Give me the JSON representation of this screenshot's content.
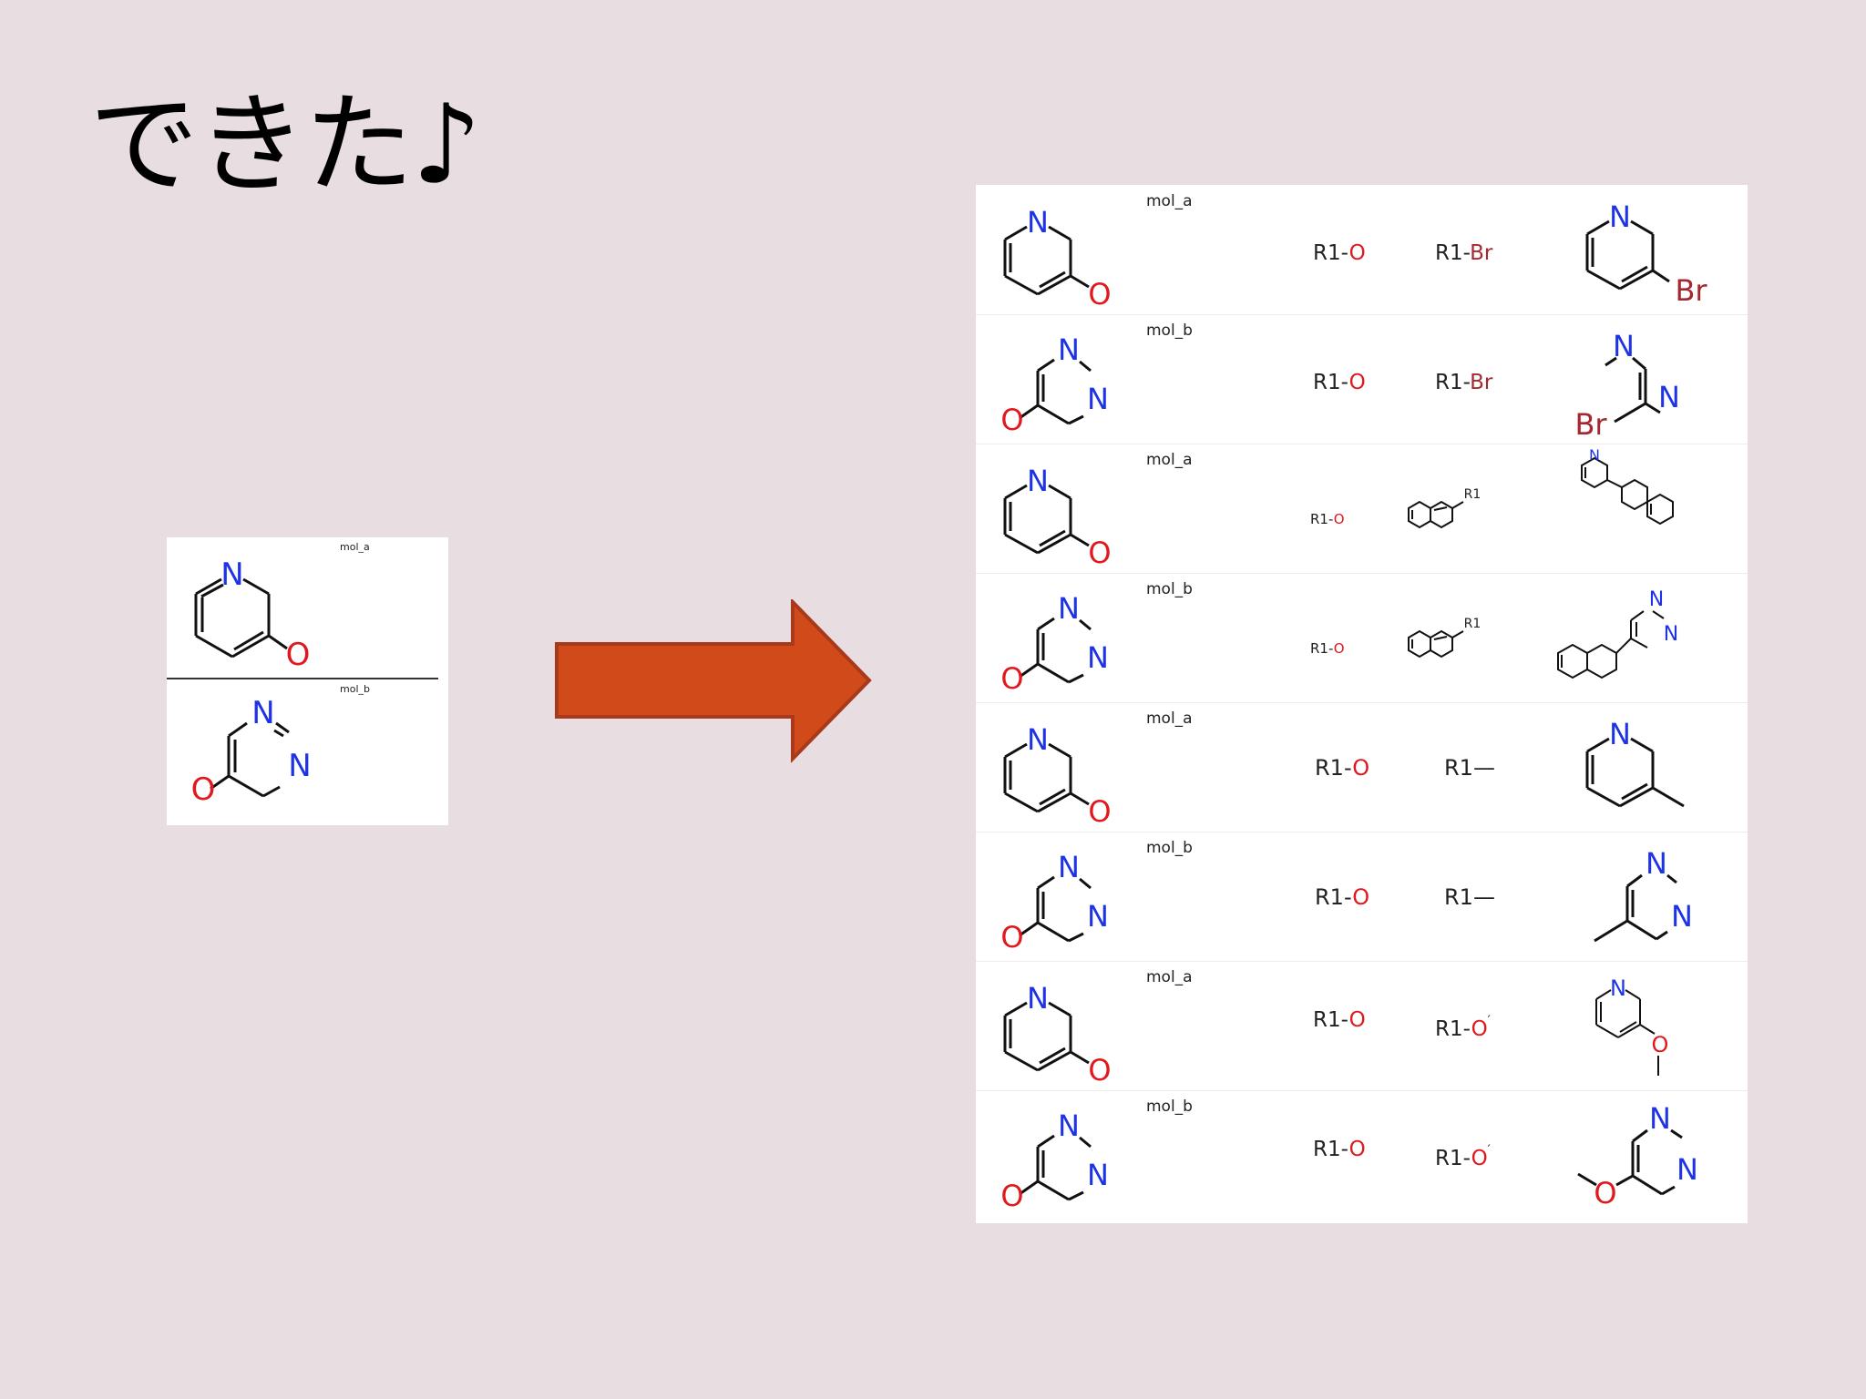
{
  "title": "できた♪",
  "input_card": {
    "items": [
      {
        "label": "mol_a",
        "molecule": "pyridin-3-ol"
      },
      {
        "label": "mol_b",
        "molecule": "pyrimidin-5-ol"
      }
    ]
  },
  "arrow": {
    "color": "#d14a19",
    "border": "#a8391a"
  },
  "atom_labels": {
    "N": "N",
    "O": "O",
    "Br": "Br",
    "R1": "R1"
  },
  "results": {
    "rows": [
      {
        "mol_label": "mol_a",
        "fragment": "R1-O",
        "reagent": "R1-Br",
        "product_subst": "Br"
      },
      {
        "mol_label": "mol_b",
        "fragment": "R1-O",
        "reagent": "R1-Br",
        "product_subst": "Br"
      },
      {
        "mol_label": "mol_a",
        "fragment": "R1-O",
        "reagent": "R1",
        "product_subst": "naphthyl"
      },
      {
        "mol_label": "mol_b",
        "fragment": "R1-O",
        "reagent": "R1",
        "product_subst": "naphthyl"
      },
      {
        "mol_label": "mol_a",
        "fragment": "R1-O",
        "reagent": "R1—",
        "product_subst": "methyl"
      },
      {
        "mol_label": "mol_b",
        "fragment": "R1-O",
        "reagent": "R1—",
        "product_subst": "methyl"
      },
      {
        "mol_label": "mol_a",
        "fragment": "R1-O",
        "reagent": "R1-O",
        "product_subst": "methoxy"
      },
      {
        "mol_label": "mol_b",
        "fragment": "R1-O",
        "reagent": "R1-O",
        "product_subst": "methoxy"
      }
    ]
  }
}
